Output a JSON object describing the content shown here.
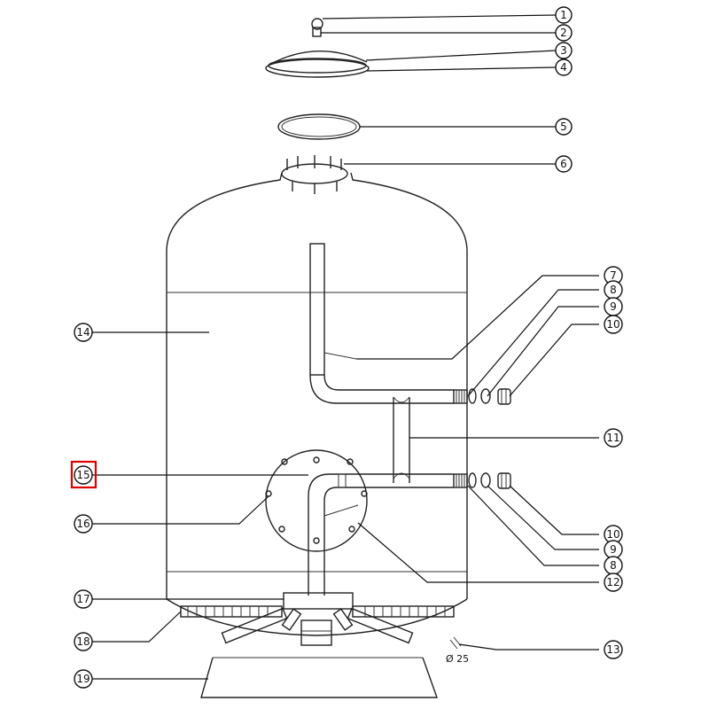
{
  "callouts": [
    "1",
    "2",
    "3",
    "4",
    "5",
    "6",
    "7",
    "8",
    "9",
    "10",
    "11",
    "10",
    "9",
    "8",
    "12",
    "13",
    "14",
    "15",
    "16",
    "17",
    "18",
    "19"
  ],
  "dimension_label": "Ø 25",
  "highlight_color": "#e00000"
}
